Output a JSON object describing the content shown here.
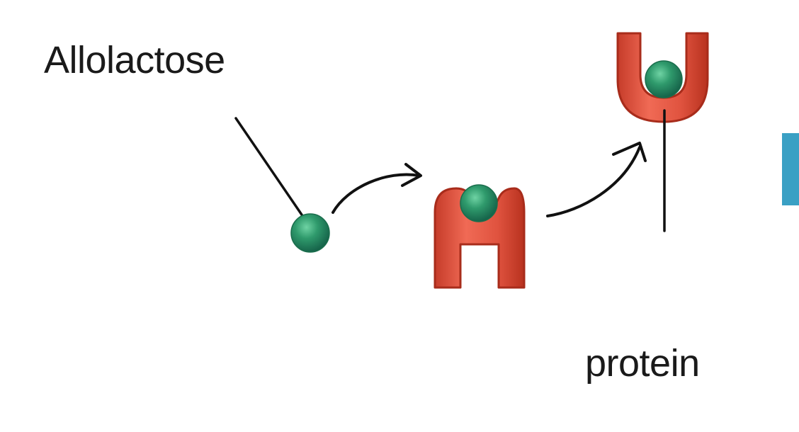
{
  "labels": {
    "allolactose": "Allolactose",
    "protein": "protein"
  },
  "colors": {
    "molecule": "#2f9a6c",
    "protein_fill": "#e0533f",
    "protein_outline": "#b8321f",
    "line": "#111111",
    "edge_tab": "#3aa0c4"
  },
  "shapes": {
    "free_molecule": "green-sphere",
    "bound_protein_shape_1": "m-shaped-protein",
    "bound_protein_shape_2": "u-shaped-protein"
  }
}
